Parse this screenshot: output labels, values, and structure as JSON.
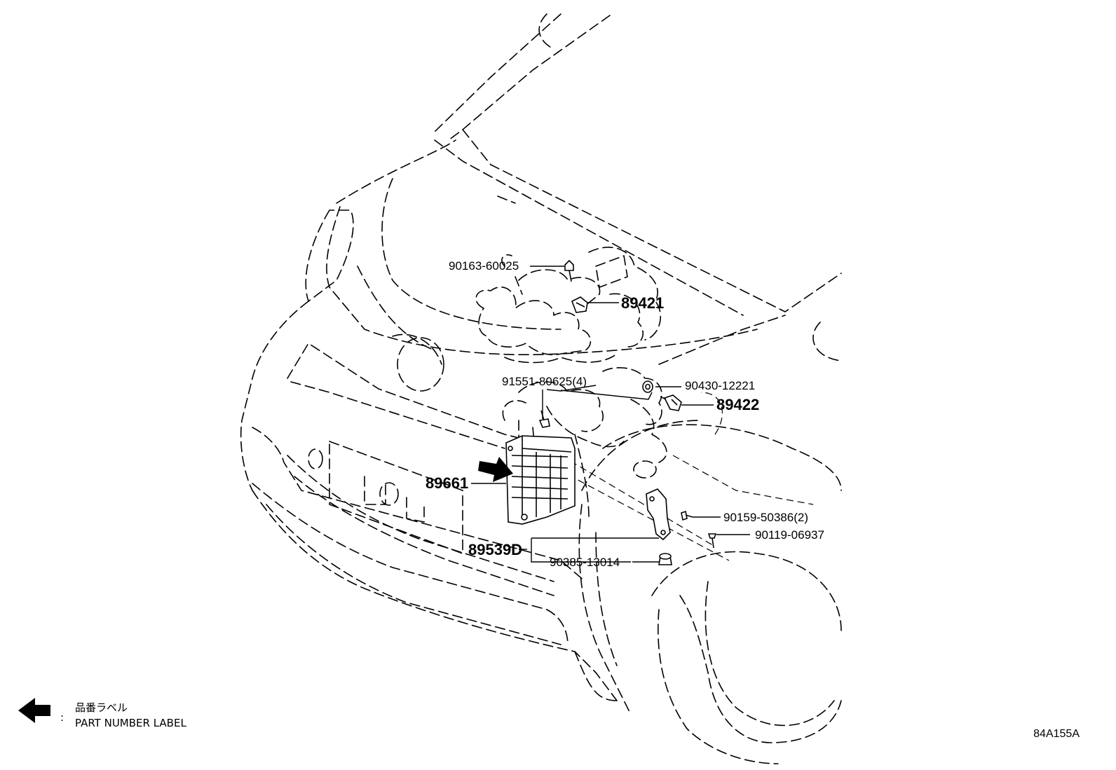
{
  "callouts": {
    "p90163": "90163-60025",
    "p89421": "89421",
    "p91551": "91551-80625(4)",
    "p90430": "90430-12221",
    "p89422": "89422",
    "p89661": "89661",
    "p90159": "90159-50386(2)",
    "p90119": "90119-06937",
    "p89539D": "89539D",
    "p90385": "90385-13014"
  },
  "legend": {
    "japanese": "品番ラベル",
    "english": "PART NUMBER LABEL",
    "separator": ":"
  },
  "figure_code": "84A155A"
}
